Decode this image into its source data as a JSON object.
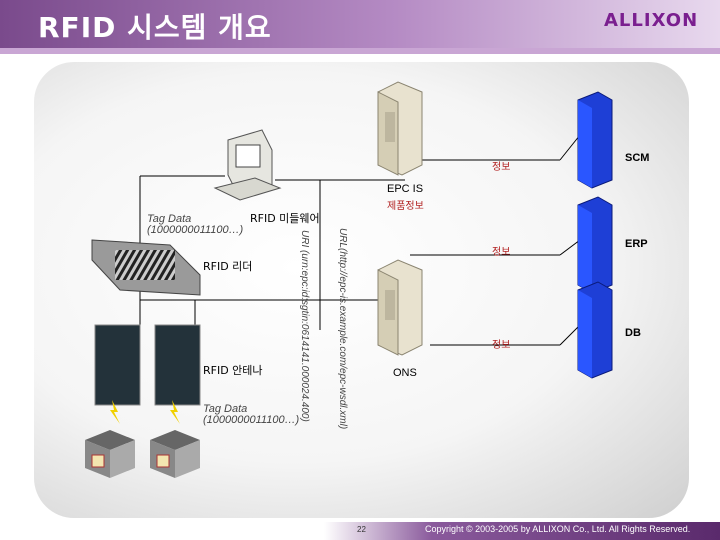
{
  "header": {
    "title": "RFID 시스템 개요",
    "logo": "ALLIXON"
  },
  "diagram": {
    "scm": "SCM",
    "erp": "ERP",
    "db": "DB",
    "info_scm": "정보",
    "info_erp": "정보",
    "info_db": "정보",
    "epc_is": "EPC IS",
    "product_info": "제품정보",
    "middleware": "RFID 미들웨어",
    "reader": "RFID 리더",
    "antenna": "RFID 안테나",
    "ons": "ONS",
    "tag_data_top": "Tag Data\n(1000000011100…)",
    "tag_data_bottom": "Tag Data\n(1000000011100…)",
    "uri_text": "URI (urn:epc:id:sgtin:0614141.000024.400)",
    "url_text": "URL(http://epc-is.example.com/epc-wsdl.xml)"
  },
  "footer": {
    "page": "22",
    "copyright": "Copyright © 2003-2005 by ALLIXON Co., Ltd. All Rights Reserved."
  }
}
